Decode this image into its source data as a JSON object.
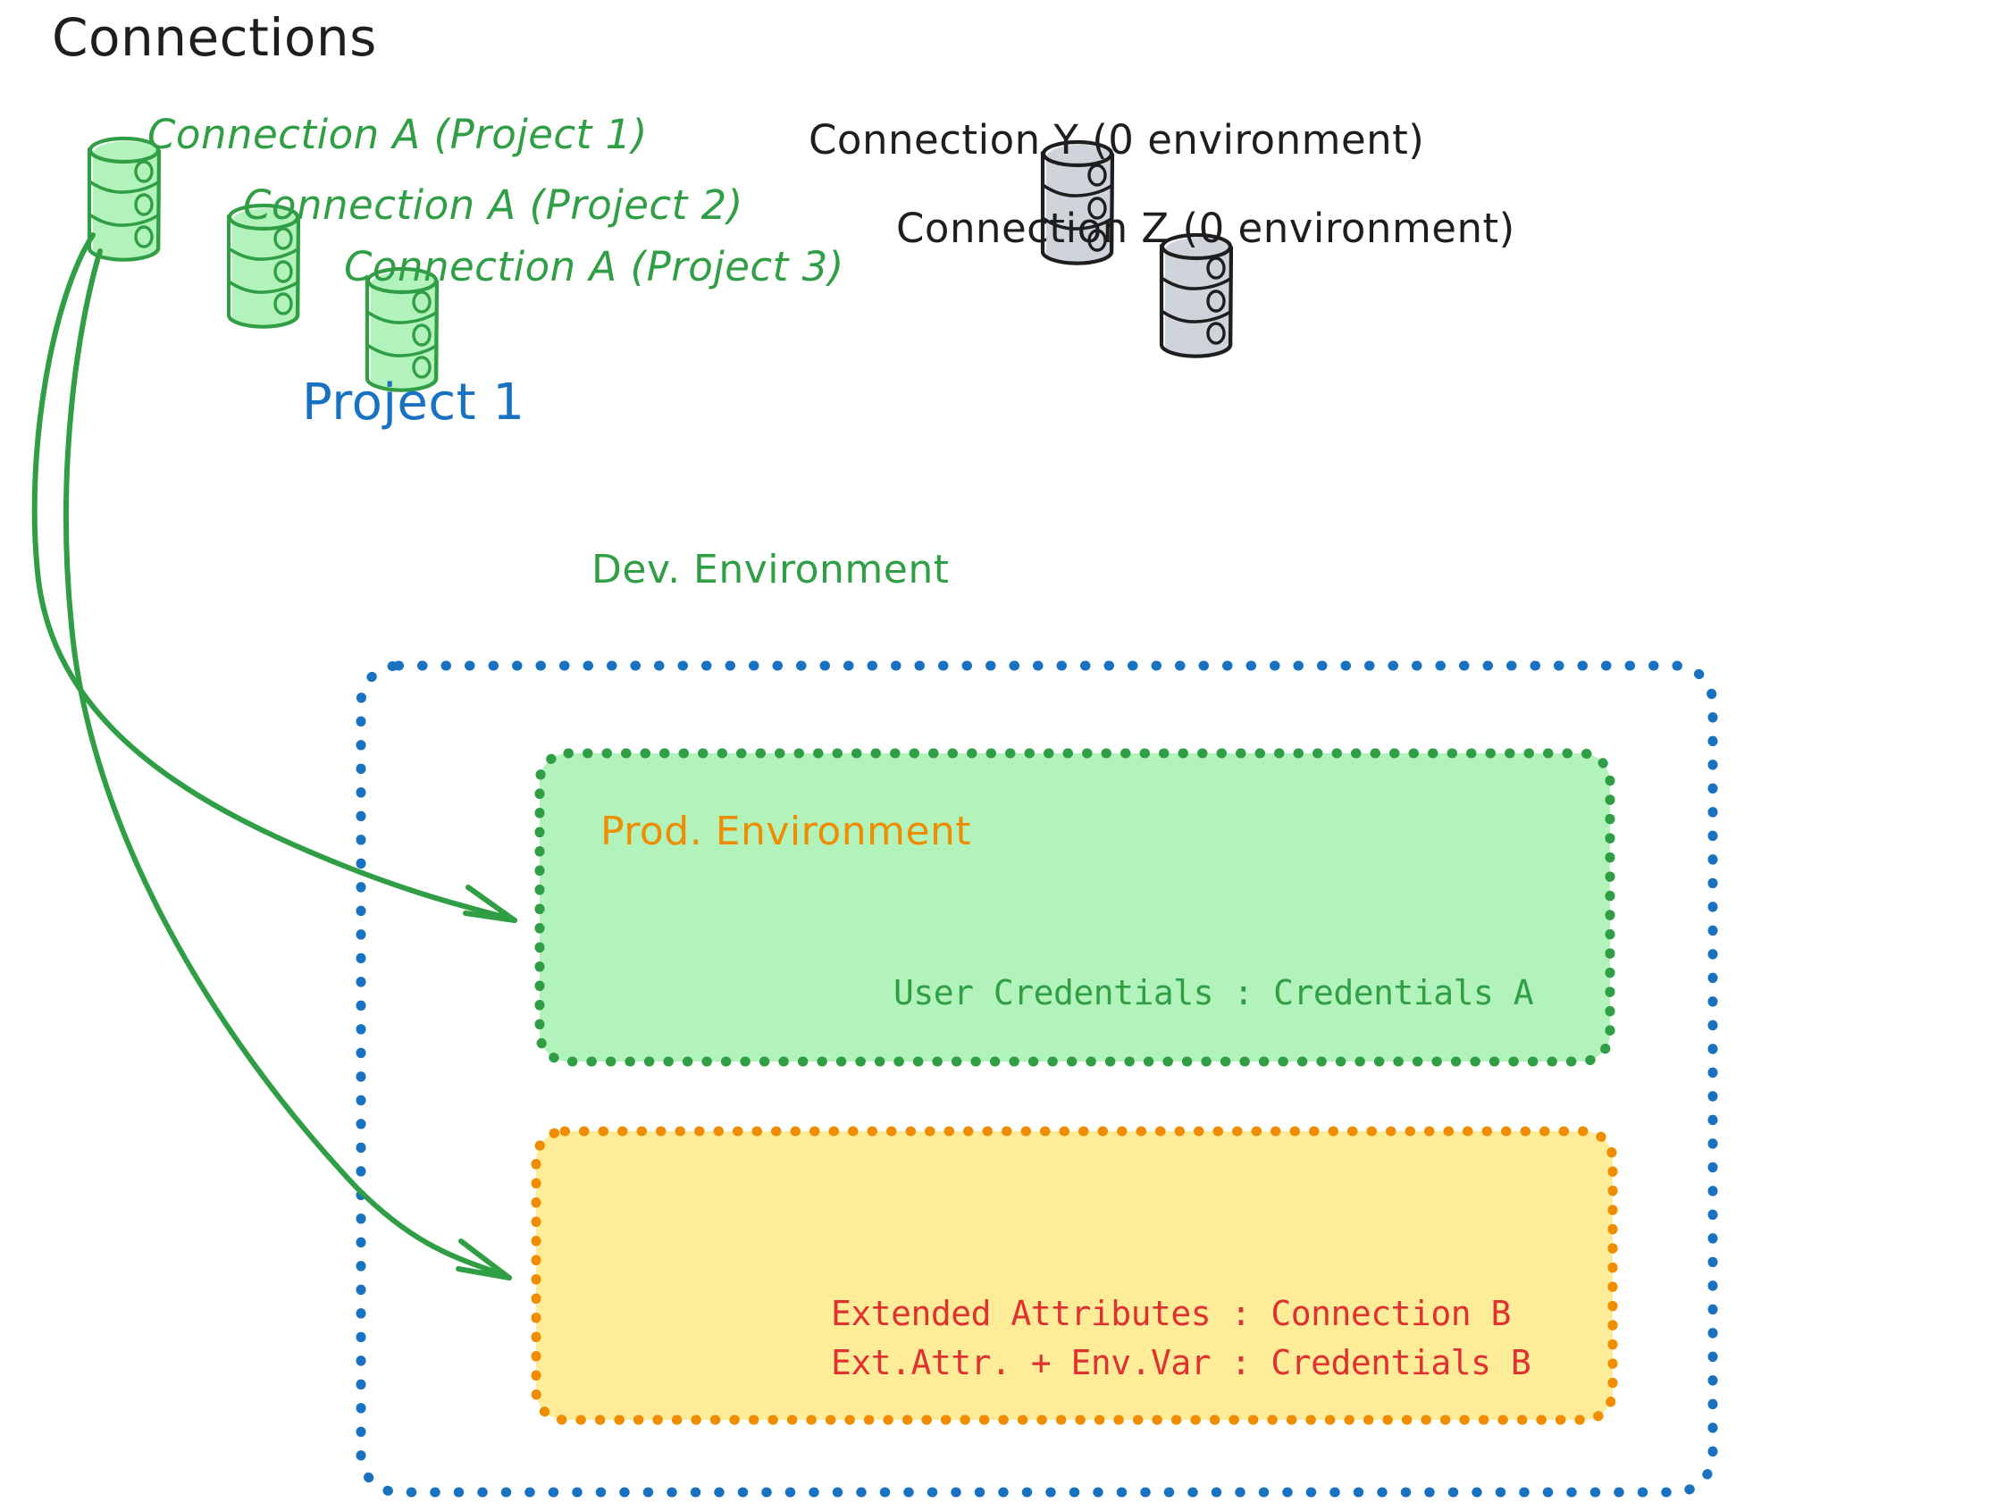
{
  "diagram": {
    "title": "Connections",
    "colors": {
      "green_stroke": "#2f9e44",
      "green_fill": "#b2f2bb",
      "gray_stroke": "#1e1e1e",
      "gray_fill": "#ced4da",
      "blue": "#1971c2",
      "orange": "#f08c00",
      "orange_fill": "#ffec99",
      "red": "#e03131",
      "black": "#1e1e1e"
    },
    "connections_green": [
      {
        "label": "Connection A (Project 1)",
        "icon": "database-cylinder-icon"
      },
      {
        "label": "Connection A (Project 2)",
        "icon": "database-cylinder-icon"
      },
      {
        "label": "Connection A (Project 3)",
        "icon": "database-cylinder-icon"
      }
    ],
    "connections_gray": [
      {
        "label": "Connection Y (0 environment)",
        "icon": "database-cylinder-icon"
      },
      {
        "label": "Connection Z (0 environment)",
        "icon": "database-cylinder-icon"
      }
    ],
    "project": {
      "label": "Project 1",
      "environments": [
        {
          "name": "Dev. Environment",
          "accent": "#2f9e44",
          "fill": "#b2f2bb",
          "rows": [
            "User Credentials : Credentials A"
          ]
        },
        {
          "name": "Prod. Environment",
          "accent": "#f08c00",
          "fill": "#ffec99",
          "rows": [
            "Extended Attributes : Connection B",
            "Ext.Attr. + Env.Var : Credentials B"
          ]
        }
      ]
    },
    "arrows": [
      {
        "from": "Connection A (Project 1)",
        "to": "Dev. Environment"
      },
      {
        "from": "Connection A (Project 1)",
        "to": "Prod. Environment"
      }
    ]
  }
}
